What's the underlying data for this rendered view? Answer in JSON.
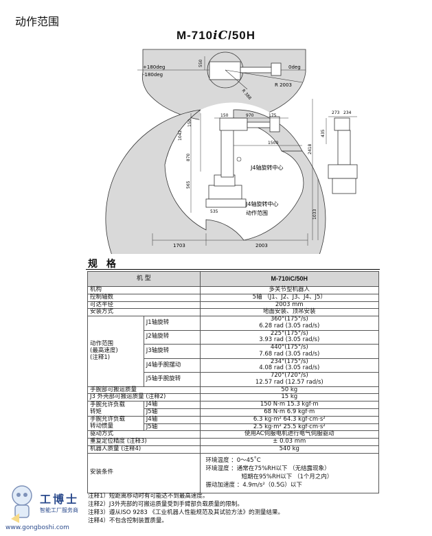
{
  "section_title": "动作范围",
  "model": {
    "prefix": "M-710",
    "ic": "iC",
    "suffix": "/50H"
  },
  "diagram": {
    "labels": {
      "deg_plus": "+180deg",
      "deg_minus": "-180deg",
      "deg_zero": "0deg",
      "dim_550": "550",
      "r388": "R 388",
      "r2003": "R 2003",
      "d150a": "150",
      "d970": "970",
      "d175": "175",
      "d1042": "1042",
      "d150b": "150",
      "d870": "870",
      "d565": "565",
      "d1500": "1500",
      "d535": "535",
      "d1703": "1703",
      "d2003": "2003",
      "d2418": "2418",
      "d1033": "1033",
      "d273": "273",
      "d234": "234",
      "d435": "435",
      "j4_center": "J4轴旋转中心",
      "j4_range_1": "J4轴旋转中心",
      "j4_range_2": "动作范围"
    }
  },
  "spec_title": "规 格",
  "table": {
    "header_label": "机 型",
    "header_value": "M-710iC/50H",
    "rows": {
      "structure": {
        "label": "机构",
        "value": "多关节型机器人"
      },
      "axes": {
        "label": "控制轴数",
        "value": "5轴 （J1、J2、J3、J4、J5）"
      },
      "reach": {
        "label": "可达半径",
        "value": "2003 mm"
      },
      "mount": {
        "label": "安装方式",
        "value": "地面安装、顶吊安装"
      },
      "motion": {
        "label1": "动作范围",
        "label2": "(最高速度)",
        "label3": "(注释1)",
        "j1": {
          "name": "J1轴旋转",
          "v1": "360°(175°/s)",
          "v2": "6.28 rad (3.05 rad/s)"
        },
        "j2": {
          "name": "J2轴旋转",
          "v1": "225°(175°/s)",
          "v2": "3.93 rad (3.05 rad/s)"
        },
        "j3": {
          "name": "J3轴旋转",
          "v1": "440°(175°/s)",
          "v2": "7.68 rad (3.05 rad/s)"
        },
        "j4": {
          "name": "J4轴手腕摆动",
          "v1": "234°(175°/s)",
          "v2": "4.08 rad (3.05 rad/s)"
        },
        "j5": {
          "name": "J5轴手腕旋转",
          "v1": "720°(720°/s)",
          "v2": "12.57 rad (12.57 rad/s)"
        }
      },
      "wrist_payload": {
        "label": "手腕部可搬运质量",
        "value": "50 kg"
      },
      "j3_payload": {
        "label": "J3 外壳部可搬运质量 (注释2)",
        "value": "15 kg"
      },
      "torque": {
        "label1": "手腕允许负载",
        "label2": "转矩",
        "j4": "J4轴",
        "j4v": "150 N·m   15.3 kgf·m",
        "j5": "J5轴",
        "j5v": "68 N·m   6.9 kgf·m"
      },
      "inertia": {
        "label1": "手腕允许负载",
        "label2": "转动惯量",
        "j4": "J4轴",
        "j4v": "6.3 kg·m²   64.3 kgf·cm·s²",
        "j5": "J5轴",
        "j5v": "2.5 kg·m²   25.5 kgf·cm·s²"
      },
      "drive": {
        "label": "驱动方式",
        "value": "使用AC伺服电机进行电气伺服驱动"
      },
      "repeat": {
        "label": "重复定位精度 (注释3)",
        "value": "± 0.03 mm"
      },
      "mass": {
        "label": "机器人质量 (注释4)",
        "value": "540 kg"
      },
      "env": {
        "label": "安装条件",
        "temp_label": "环境温度 ：",
        "temp_value": "0～45˚C",
        "hum_label": "环境湿度 ：",
        "hum_value1": "通常在75%RH以下 （无结露现象）",
        "hum_value2": "短期在95%RH以下 （1个月之内）",
        "vib_label": "振动加速度 ：",
        "vib_value": "4.9m/s²（0.5G）以下"
      }
    }
  },
  "notes": [
    "注释1）短距离移动时有可能达不到最高速度。",
    "注释2）J3外壳部的可搬运质量受到手臂部负载质量的限制。",
    "注释3）遵从ISO 9283 《工业机器人性能规范及其试验方法》的测量结果。",
    "注释4）不包含控制装置质量。"
  ],
  "watermark": {
    "brand": "工博士",
    "tagline": "智能工厂服务商",
    "url": "www.gongboshi.com"
  },
  "colors": {
    "range_fill": "#d9d9d9",
    "header_fill": "#d6d6d6",
    "brand": "#2a4a8c"
  }
}
